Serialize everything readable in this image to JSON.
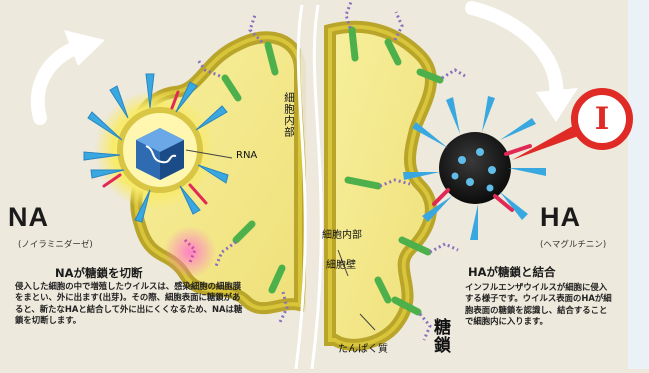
{
  "na": {
    "title": "NA",
    "subtitle": "(ノイラミニダーゼ)",
    "heading": "NAが糖鎖を切断",
    "body": "侵入した細胞の中で増殖したウイルスは、感染細胞の細胞膜をまとい、外に出ます(出芽)。その際、細胞表面に糖鎖があると、新たなHAと結合して外に出にくくなるため、NAは糖鎖を切断します。"
  },
  "ha": {
    "title": "HA",
    "subtitle": "(ヘマグルチニン)",
    "heading": "HAが糖鎖と結合",
    "body": "インフルエンザウイルスが細胞に侵入する様子です。ウイルス表面のHAが細胞表面の糖鎖を認識し、結合することで細胞内に入ります。"
  },
  "labels": {
    "rna": "RNA",
    "inside_top": "細胞内部",
    "inside_mid": "細胞内部",
    "cell_wall": "細胞壁",
    "protein": "たんぱく質",
    "sugar_chain": "糖鎖"
  },
  "badge": {
    "glyph": "I"
  },
  "colors": {
    "cell_fill": "#f2e88a",
    "cell_wall": "#b9a52a",
    "accent_red": "#e02a26",
    "spike_blue": "#3aa8e0",
    "protein_green": "#4eb04a",
    "sugar_purple": "#8a6fc0",
    "virus_core": "#1a1a1a"
  }
}
